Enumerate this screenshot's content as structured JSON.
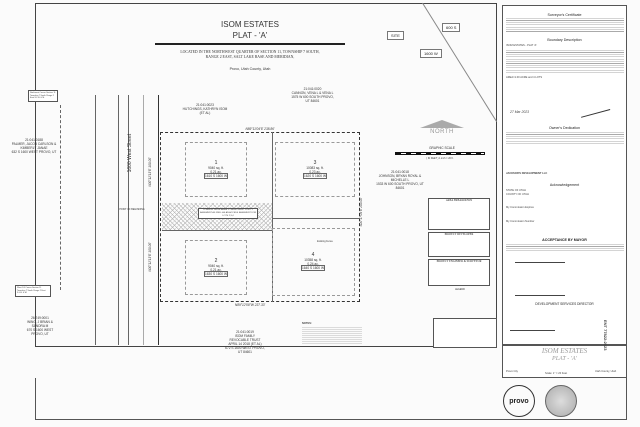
{
  "title": {
    "name": "ISOM ESTATES",
    "plat": "PLAT - 'A'",
    "location": "LOCATED IN THE NORTHWEST QUARTER OF SECTION 11, TOWNSHIP 7 SOUTH, RANGE 2 EAST, SALT LAKE BASE AND MERIDIAN,",
    "city": "Provo, Utah County, Utah"
  },
  "vicinity": {
    "site": "SITE",
    "street1": "600 S",
    "street2": "1600 W"
  },
  "north": {
    "label": "NORTH",
    "scale_title": "GRAPHIC SCALE",
    "scale_note": "( IN FEET ) 1 inch = 20 ft."
  },
  "street": "1600 West Street",
  "bearings": {
    "top": "N89°11'04\"E 238.86'",
    "bottom": "N89°12'08\"W 237.33'",
    "left1": "N00°12'13\"E 100.00'",
    "left2": "N00°12'13\"E 100.00'",
    "right": "S00°17'04\"E 200.00'"
  },
  "labels": {
    "point_of_beginning": "POINT OF BEGINNING",
    "existing_fence": "Existing Fence",
    "easement_note": "COMMON DRIVE AREA TO BE A PUBLIC UTILITY EASEMENT AS WELL AS AN ACCESS EASEMENT FOR LOTS 2,3,4",
    "nw_corner": "Northwest Corner Section 11 Township 7 South Range 2 East S.L.B. & M.",
    "w_corner": "West 1/4 Corner Section 11 Township 7 South Range 2 East S.L.B. & M."
  },
  "lots": [
    {
      "num": "1",
      "area": "9040 sq. ft.",
      "acres": "0.21 ac.",
      "addr": "1610 S 1600 W"
    },
    {
      "num": "2",
      "area": "9040 sq. ft.",
      "acres": "0.21 ac.",
      "addr": "1630 S 1600 W"
    },
    {
      "num": "3",
      "area": "10083 sq. ft.",
      "acres": "0.23 ac.",
      "addr": "1620 S 1600 W"
    },
    {
      "num": "4",
      "area": "10358 sq. ft.",
      "acres": "0.24 ac.",
      "addr": "1640 S 1600 W"
    }
  ],
  "owners": [
    {
      "id": "21:041:0023",
      "name": "HUTCHINGS, KATHRYN ISOM (ET AL)"
    },
    {
      "id": "21:041:0020",
      "name": "CANNON, VENA L & VENA L",
      "addr": "1575 W 600 SOUTH PROVO, UT 84601"
    },
    {
      "id": "21:041:0188",
      "name": "PALMER, JACOB CARLSON & KIMBERLY JANAE",
      "addr": "632 S 1600 WEST PROVO, UT"
    },
    {
      "id": "21:041:0018",
      "name": "JOHNSON, BRYAN ROYAL & MICHELLE L",
      "addr": "1533 W 600 SOUTH PROVO, UT 84601"
    },
    {
      "id": "26:749:0001",
      "name": "WING, J BRIAN & SANDRA M",
      "addr": "670 S 1600 WEST PROVO, UT"
    },
    {
      "id": "21:041:0019",
      "name": "ISOM FAMILY REVOCABLE TRUST APRIL 14 2018 (ET AL)",
      "addr": "672 S 1600 WEST PROVO, UT 84601"
    }
  ],
  "info_boxes": {
    "area": "AREA BREAKDOWN",
    "developer": "PROJECT DEVELOPER",
    "engineer": "PROJECT ENGINEER & SURVEYOR",
    "legend": "LEGEND",
    "notes": "NOTES:"
  },
  "right_panel": {
    "surveyor_cert": "Surveyor's Certificate",
    "boundary": "Boundary Description",
    "boundary_name": "ISOM ESTATES - PLAT 'A'",
    "boundary_end": "AREA=1.00 ACRE and 4 LOTS",
    "survey_date": "27 Mar 2023",
    "owners_ded": "Owner's Dedication",
    "developer_name": "JACKSON'S DEVELOPMENT LLC",
    "ack": "Acknowledgement",
    "state": "STATE OF UTAH",
    "county": "COUNTY OF UTAH",
    "commission": "My Commission Expires",
    "commission_num": "My Commission Number",
    "mayor": "ACCEPTANCE BY MAYOR",
    "dev_dir": "DEVELOPMENT SERVICES DIRECTOR"
  },
  "title_block": {
    "name": "ISOM ESTATES",
    "plat": "PLAT - 'A'",
    "city": "Provo City",
    "scale": "Scale: 1\" = 20 Feet",
    "county": "Utah County, Utah",
    "seal": "provo"
  },
  "side_stamp": "ENT 77822:2023"
}
